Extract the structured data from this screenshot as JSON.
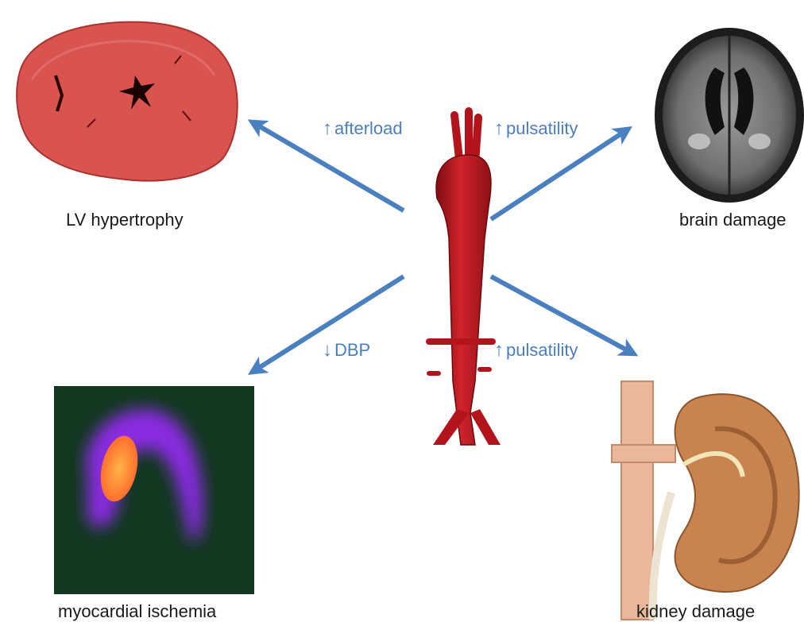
{
  "center": {
    "name": "aorta"
  },
  "panels": {
    "top_left": {
      "caption": "LV hypertrophy",
      "image": "heart-cross-section"
    },
    "top_right": {
      "caption": "brain damage",
      "image": "brain-mri"
    },
    "bottom_left": {
      "caption": "myocardial ischemia",
      "image": "myocardial-perfusion-scan"
    },
    "bottom_right": {
      "caption": "kidney damage",
      "image": "kidney-illustration"
    }
  },
  "arrows": {
    "to_top_left": {
      "direction": "up",
      "glyph": "↑",
      "text": "afterload"
    },
    "to_top_right": {
      "direction": "up",
      "glyph": "↑",
      "text": "pulsatility"
    },
    "to_bottom_left": {
      "direction": "down",
      "glyph": "↓",
      "text": "DBP"
    },
    "to_bottom_right": {
      "direction": "up",
      "glyph": "↑",
      "text": "pulsatility"
    }
  },
  "colors": {
    "arrow": "#4a7fc0",
    "aorta": "#b3141c",
    "heart_tissue": "#d9534f",
    "perfusion_background": "#123820",
    "perfusion_signal": "#8a2be2",
    "perfusion_hotspot": "#ff9a2e",
    "kidney": "#c8834f"
  }
}
